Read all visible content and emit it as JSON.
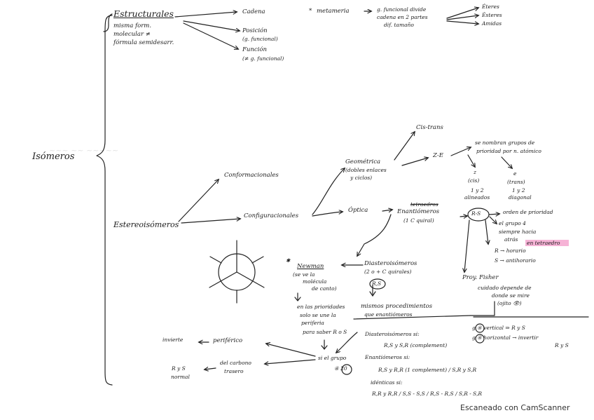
{
  "root": "Isómeros",
  "estructurales": {
    "title": "Estructurales",
    "note1": "misma form.",
    "note2": "molecular ≠",
    "note3": "fórmula semidesarr.",
    "cadena": "Cadena",
    "posicion": "Posición",
    "posicion_sub": "(g. funcional)",
    "funcion": "Función",
    "funcion_sub": "(≠ g. funcional)",
    "metameria": "metameria",
    "meta_desc1": "g. funcional divide",
    "meta_desc2": "cadena en 2 partes",
    "meta_desc3": "dif. tamaño",
    "eteres": "Éteres",
    "esteres": "Ésteres",
    "amidas": "Amidas"
  },
  "estereo": {
    "title": "Estereoisómeros",
    "conformacionales": "Conformacionales",
    "configuracionales": "Configuracionales",
    "geometrica": "Geométrica",
    "geometrica_sub1": "(dobles enlaces",
    "geometrica_sub2": "y ciclos)",
    "cistrans": "Cis-trans",
    "ze": "Z-E",
    "nombran1": "se nombran grupos de",
    "nombran2": "prioridad por n. atómico",
    "z": "z",
    "cis": "(cis)",
    "z_desc1": "1 y 2",
    "z_desc2": "alineados",
    "e": "e",
    "trans": "(trans)",
    "e_desc1": "1 y 2",
    "e_desc2": "diagonal",
    "optica": "Óptica",
    "tetraedros": "tetraedros",
    "enantiomeros": "Enantiómeros",
    "enantiomeros_sub": "(1 C quiral)",
    "rs": "R-S",
    "orden": "orden de prioridad",
    "grupo4_1": "el grupo 4",
    "grupo4_2": "siempre hacia",
    "grupo4_3": "atrás",
    "en_tetraedro": "en tetraedro",
    "r_horario": "R → horario",
    "s_antihorario": "S → antihorario",
    "fisher": "Proy. Fisher",
    "fisher1": "cuidado depende de",
    "fisher2": "donde se mire",
    "fisher3": "(ojito 👁)",
    "g4v": "g ④ vertical ⇒ R y S",
    "g4h1": "g ④ horizontal → invertir",
    "g4h2": "R y S",
    "diastero": "Diasteroisómeros",
    "diastero_sub": "(2 o + C quirales)",
    "diastero_rs": "R,S",
    "mismos1": "mismos procedimientos",
    "mismos2": "que enantiómeros",
    "newman": "Newman",
    "newman_sub1": "(se ve la",
    "newman_sub2": "molécula",
    "newman_sub3": "de canto)",
    "prior1": "en las prioridades",
    "prior2": "solo se une la",
    "prior3": "periferia",
    "prior4": "para saber R o S",
    "grupo4": "si el grupo",
    "grupo4_num": "④ 20",
    "periferico": "periférico",
    "invierte": "invierte",
    "carbono1": "del carbono",
    "carbono2": "trasero",
    "rys": "R y S",
    "normal": "normal",
    "diastero_si": "Diasteroisómeros si:",
    "diastero_combo": "R,S y S,R (complement)",
    "enant_si": "Enantiómeros si:",
    "enant_combo": "R,S y R,R (1 complement) / S,R y S,R",
    "identicas": "idénticas si:",
    "identicas_combo": "R,R y R,R / S,S - S,S / R,S - R,S / S,R - S,R"
  },
  "watermark": "Escaneado con CamScanner"
}
